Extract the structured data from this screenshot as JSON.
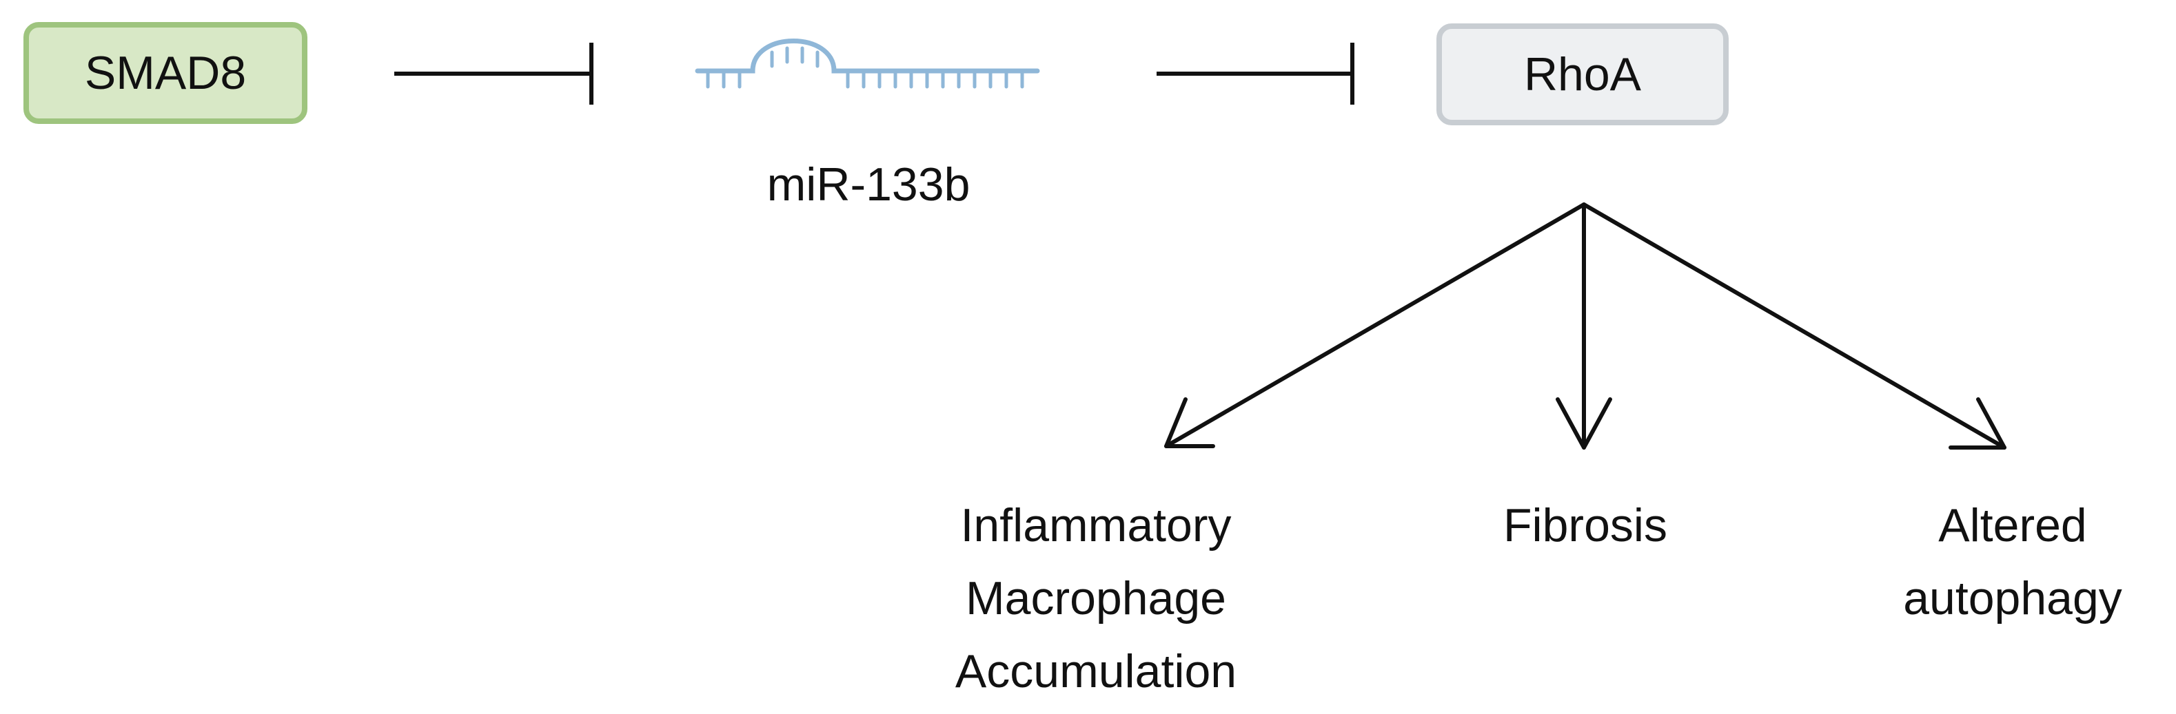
{
  "diagram": {
    "nodes": {
      "smad8": {
        "label": "SMAD8",
        "fill": "#d8e8c6",
        "border": "#9ec47e"
      },
      "mirna": {
        "label": "miR-133b",
        "color": "#8fb7d8"
      },
      "rhoa": {
        "label": "RhoA",
        "fill": "#eef0f2",
        "border": "#c8cdd2"
      }
    },
    "edges": [
      {
        "from": "SMAD8",
        "to": "miR-133b",
        "type": "inhibits"
      },
      {
        "from": "miR-133b",
        "to": "RhoA",
        "type": "inhibits"
      },
      {
        "from": "RhoA",
        "to": "Inflammatory Macrophage Accumulation",
        "type": "promotes"
      },
      {
        "from": "RhoA",
        "to": "Fibrosis",
        "type": "promotes"
      },
      {
        "from": "RhoA",
        "to": "Altered autophagy",
        "type": "promotes"
      }
    ],
    "outcomes": [
      {
        "lines": [
          "Inflammatory",
          "Macrophage",
          "Accumulation"
        ]
      },
      {
        "lines": [
          "Fibrosis"
        ]
      },
      {
        "lines": [
          "Altered",
          "autophagy"
        ]
      }
    ],
    "line_color": "#111111"
  }
}
